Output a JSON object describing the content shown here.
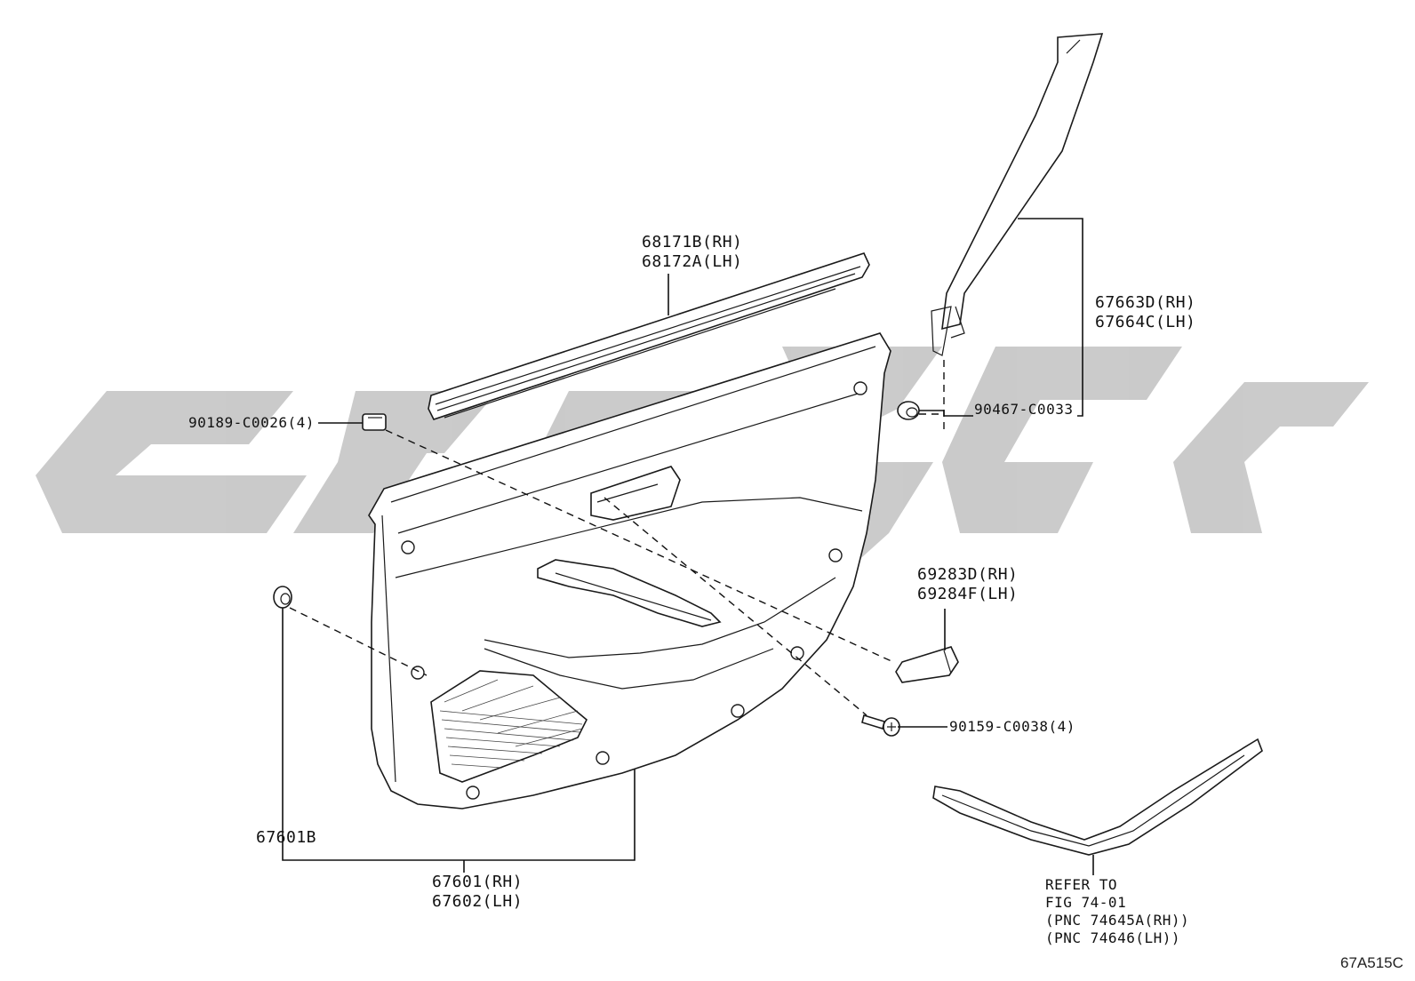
{
  "diagram": {
    "callouts": {
      "weatherstrip": [
        "68171B(RH)",
        "68172A(LH)"
      ],
      "pillar_garnish": [
        "67663D(RH)",
        "67664C(LH)"
      ],
      "pillar_clip": "90467-C0033",
      "door_clip": "90189-C0026(4)",
      "pull_handle": [
        "69283D(RH)",
        "69284F(LH)"
      ],
      "screw": "90159-C0038(4)",
      "panel_clip": "67601B",
      "door_panel": [
        "67601(RH)",
        "67602(LH)"
      ],
      "ornament_reference": [
        "REFER TO",
        "FIG 74-01",
        "(PNC 74645A(RH))",
        "(PNC 74646(LH))"
      ]
    },
    "figure_code": "67A515C",
    "watermark_color": "#c8c8c8"
  }
}
